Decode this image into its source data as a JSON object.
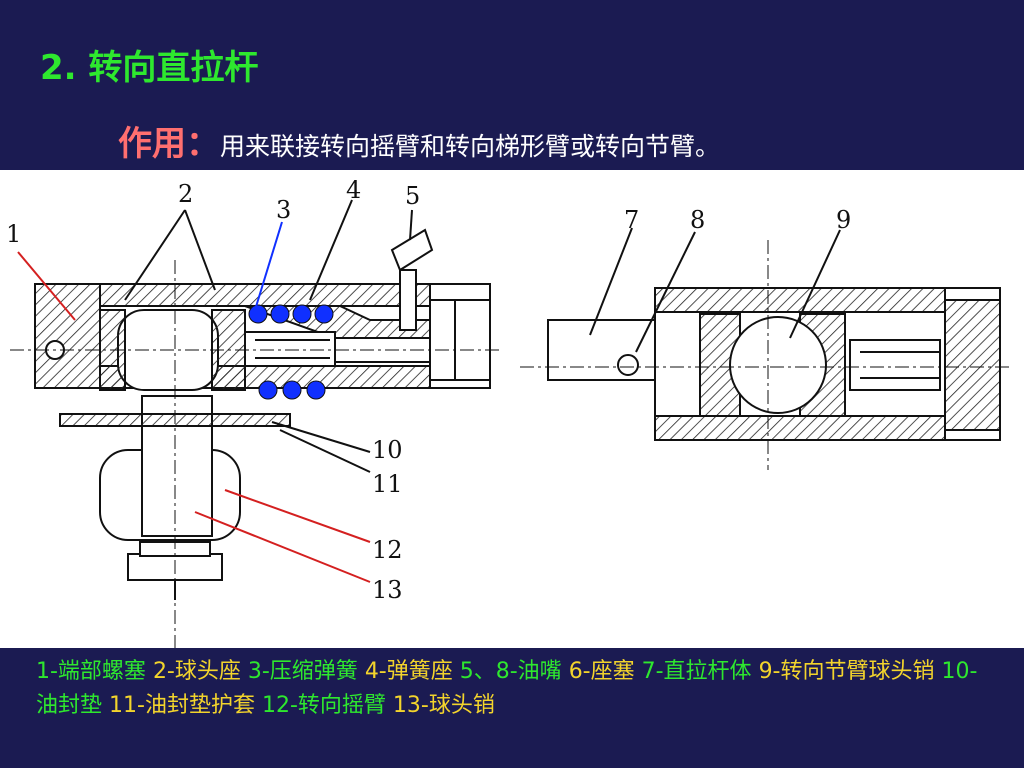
{
  "title": "2. 转向直拉杆",
  "purpose": {
    "label": "作用：",
    "text": "用来联接转向摇臂和转向梯形臂或转向节臂。"
  },
  "figure": {
    "part_numbers": [
      "1",
      "2",
      "3",
      "4",
      "5",
      "7",
      "8",
      "9",
      "10",
      "11",
      "12",
      "13"
    ]
  },
  "caption": {
    "items": [
      {
        "text": "1-端部螺塞",
        "color": "#2ee82e"
      },
      {
        "text": "2-球头座",
        "color": "#f3d42c"
      },
      {
        "text": "3-压缩弹簧",
        "color": "#2ee82e"
      },
      {
        "text": "4-弹簧座",
        "color": "#f3d42c"
      },
      {
        "text": "5、8-油嘴",
        "color": "#2ee82e"
      },
      {
        "text": "6-座塞",
        "color": "#f3d42c"
      },
      {
        "text": "7-直拉杆体",
        "color": "#2ee82e"
      },
      {
        "text": "9-转向节臂球头销",
        "color": "#f3d42c"
      },
      {
        "text": "10-油封垫",
        "color": "#2ee82e"
      },
      {
        "text": "11-油封垫护套",
        "color": "#f3d42c"
      },
      {
        "text": "12-转向摇臂",
        "color": "#2ee82e"
      },
      {
        "text": "13-球头销",
        "color": "#f3d42c"
      }
    ]
  }
}
